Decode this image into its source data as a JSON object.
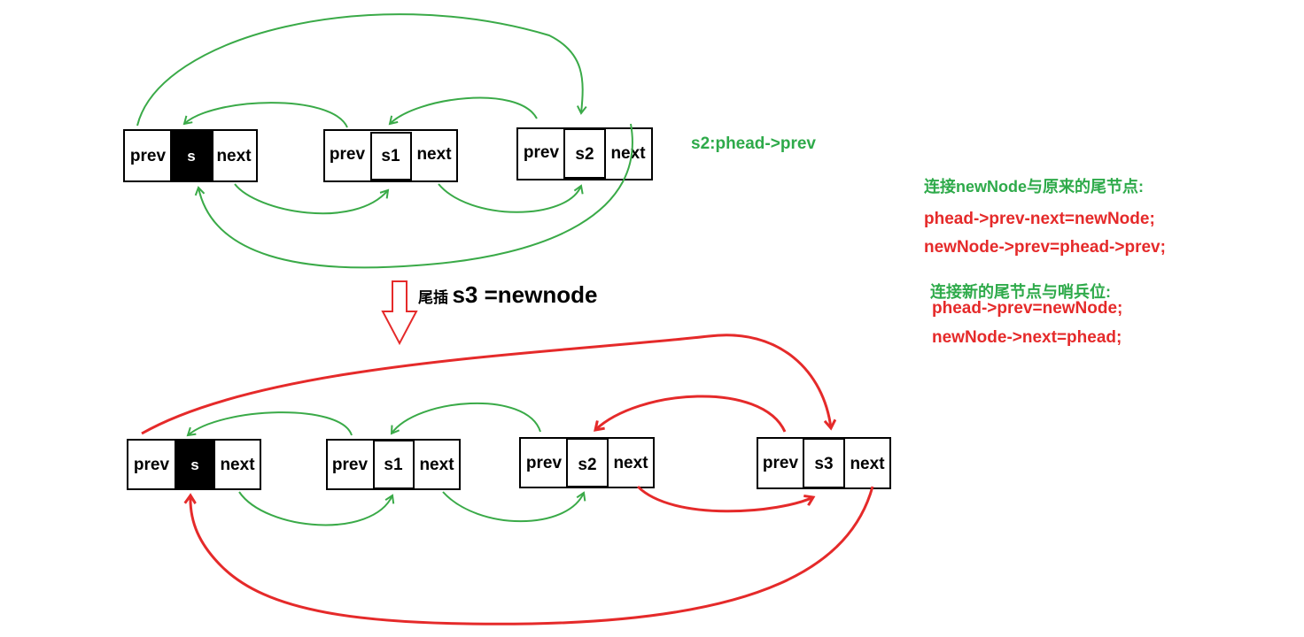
{
  "colors": {
    "green_arrow": "#3aaa48",
    "red_arrow": "#e52a2a",
    "green_text": "#2eaa4a",
    "red_text": "#e52a2a",
    "box_border": "#000000",
    "sentinel_fill": "#000000"
  },
  "top_list": {
    "nodes": [
      {
        "prev": "prev",
        "value": "s",
        "next": "next",
        "sentinel": true
      },
      {
        "prev": "prev",
        "value": "s1",
        "next": "next",
        "sentinel": false
      },
      {
        "prev": "prev",
        "value": "s2",
        "next": "next",
        "sentinel": false
      }
    ],
    "side_label": "s2:phead->prev"
  },
  "transition": {
    "label_cn": "尾插",
    "label_code": "s3 =newnode"
  },
  "bottom_list": {
    "nodes": [
      {
        "prev": "prev",
        "value": "s",
        "next": "next",
        "sentinel": true
      },
      {
        "prev": "prev",
        "value": "s1",
        "next": "next",
        "sentinel": false
      },
      {
        "prev": "prev",
        "value": "s2",
        "next": "next",
        "sentinel": false
      },
      {
        "prev": "prev",
        "value": "s3",
        "next": "next",
        "sentinel": false
      }
    ]
  },
  "notes": {
    "heading1": "连接newNode与原来的尾节点:",
    "line1": "phead->prev-next=newNode;",
    "line2": "newNode->prev=phead->prev;",
    "heading2": "连接新的尾节点与哨兵位:",
    "line3": "phead->prev=newNode;",
    "line4": "newNode->next=phead;"
  }
}
